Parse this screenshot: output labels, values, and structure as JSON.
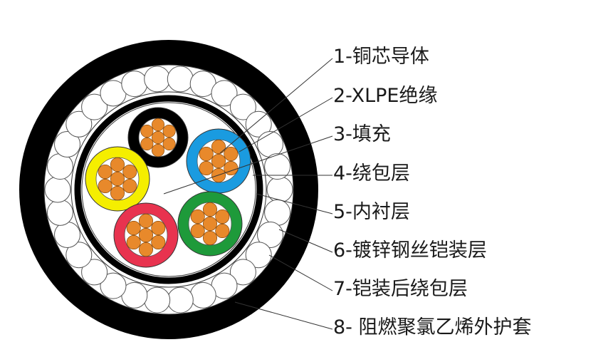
{
  "labels": [
    "1-铜芯导体",
    "2-XLPE绝缘",
    "3-填充",
    "4-绕包层",
    "5-内衬层",
    "6-镀锌钢丝铠装层",
    "7-铠装后绕包层",
    "8- 阻燃聚氯乙烯外护套"
  ],
  "colors": {
    "background": "#ffffff",
    "sheath": "#000000",
    "conductor": "#e8892b",
    "insulation_black": "#000000",
    "insulation_blue": "#1a9be0",
    "insulation_yellow": "#f5ee00",
    "insulation_red": "#e8334f",
    "insulation_green": "#1e9a3a",
    "line": "#333333"
  }
}
